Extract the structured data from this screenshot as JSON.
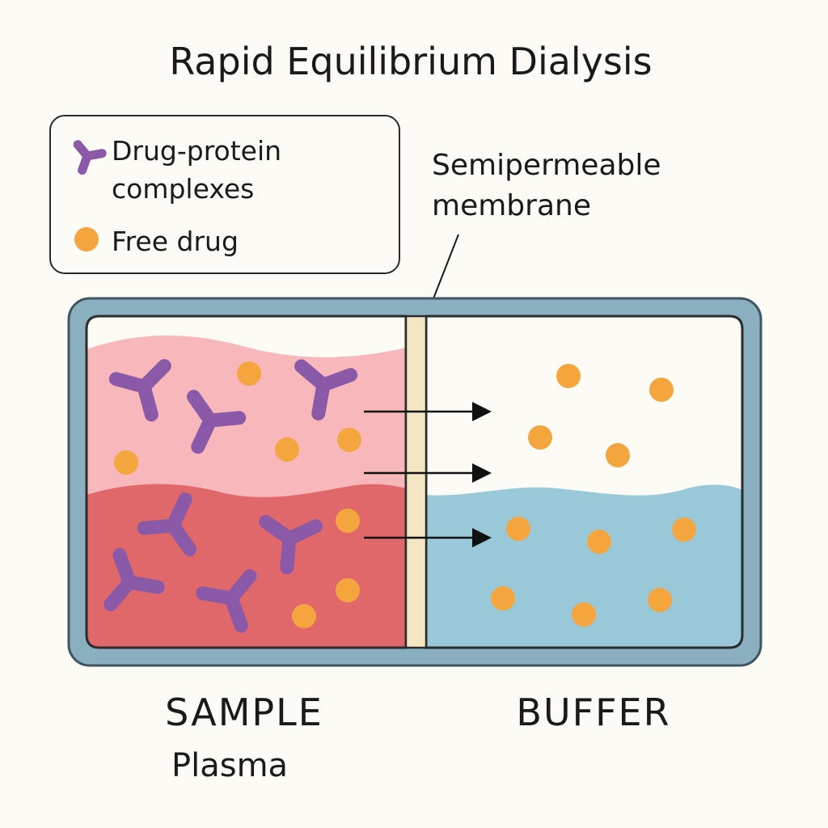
{
  "title": "Rapid Equilibrium Dialysis",
  "legend": {
    "items": [
      {
        "symbol": "protein",
        "lines": [
          "Drug-protein",
          "complexes"
        ]
      },
      {
        "symbol": "drug",
        "lines": [
          "Free drug"
        ]
      }
    ]
  },
  "membrane_label": {
    "lines": [
      "Semipermeable",
      "membrane"
    ]
  },
  "chambers": {
    "sample": {
      "label": "SAMPLE",
      "sublabel": "Plasma"
    },
    "buffer": {
      "label": "BUFFER"
    }
  },
  "colors": {
    "background": "#fcfbf6",
    "frame": "#8ab0c0",
    "frame_stroke": "#3f5560",
    "plasma_upper": "#f8b7bb",
    "plasma_lower": "#e0676a",
    "buffer_upper": "#fcfbf6",
    "buffer_lower": "#99c9d9",
    "membrane": "#f4e6c2",
    "protein": "#8a5aa8",
    "drug": "#f4a53e",
    "arrow": "#111111",
    "text": "#1a1a1a"
  }
}
